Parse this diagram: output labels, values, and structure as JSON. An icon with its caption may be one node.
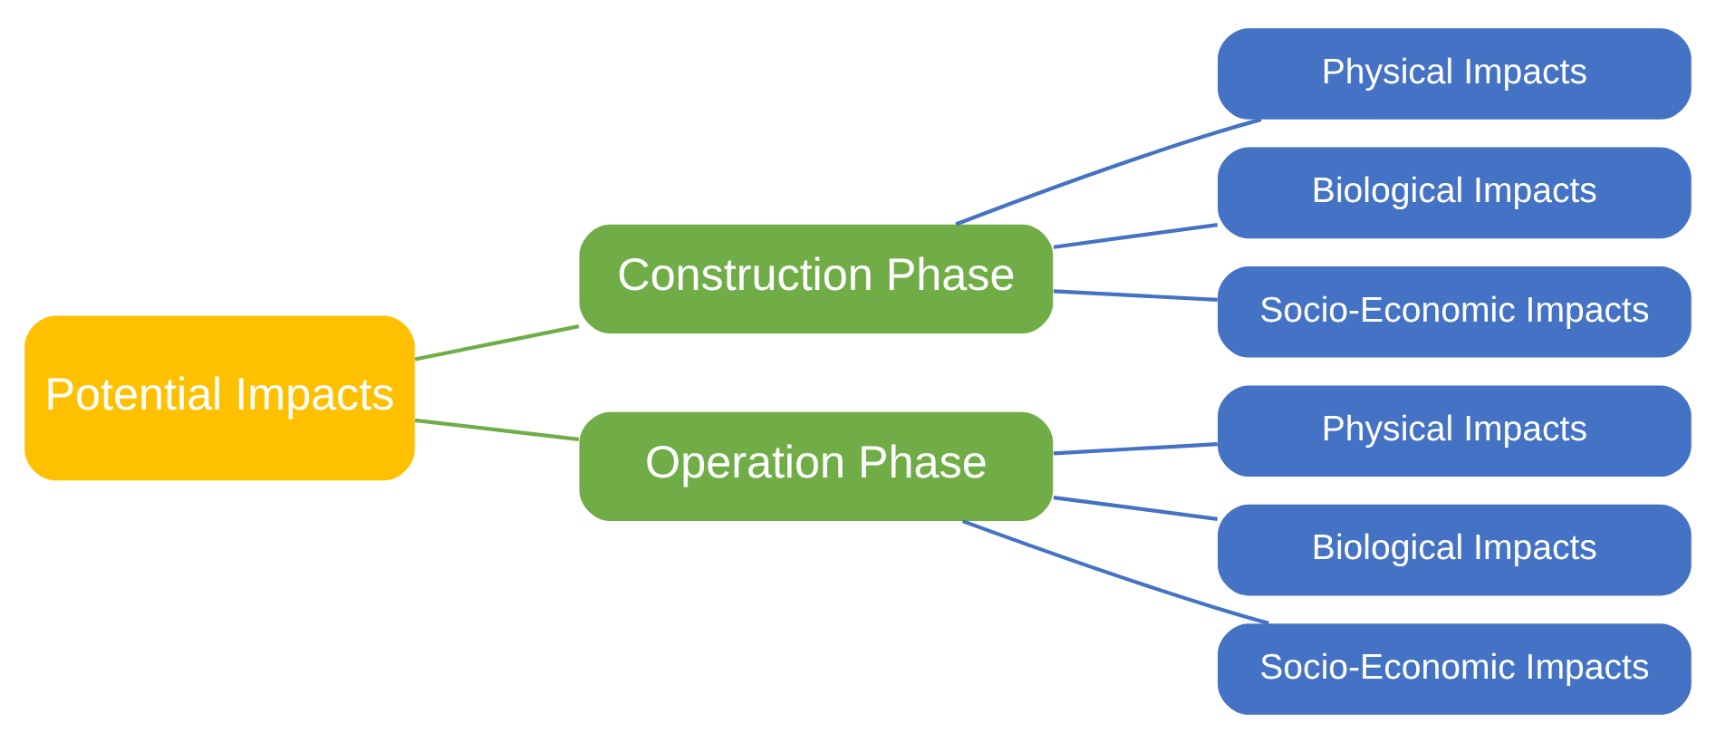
{
  "diagram": {
    "nodes": [
      {
        "text": [
          "Potential Impacts"
        ]
      },
      {
        "text": [
          "Construction Phase"
        ]
      },
      {
        "text": [
          "Operation Phase"
        ]
      },
      {
        "text": [
          "Physical Impacts"
        ]
      },
      {
        "text": [
          "Biological Impacts"
        ]
      },
      {
        "text": [
          "Socio-Economic Impacts"
        ]
      },
      {
        "text": [
          "Physical Impacts"
        ]
      },
      {
        "text": [
          "Biological Impacts"
        ]
      },
      {
        "text": [
          "Socio-Economic Impacts"
        ]
      }
    ],
    "edges": [
      {
        "from": 0,
        "to": 1,
        "arrow": "none",
        "color": "#70ad47"
      },
      {
        "from": 0,
        "to": 2,
        "arrow": "none",
        "color": "#70ad47"
      },
      {
        "from": 1,
        "to": 3,
        "arrow": "none"
      },
      {
        "from": 1,
        "to": 4,
        "arrow": "none"
      },
      {
        "from": 1,
        "to": 5,
        "arrow": "none"
      },
      {
        "from": 2,
        "to": 6,
        "arrow": "none"
      },
      {
        "from": 2,
        "to": 7,
        "arrow": "none"
      },
      {
        "from": 2,
        "to": 8,
        "arrow": "none"
      }
    ]
  }
}
